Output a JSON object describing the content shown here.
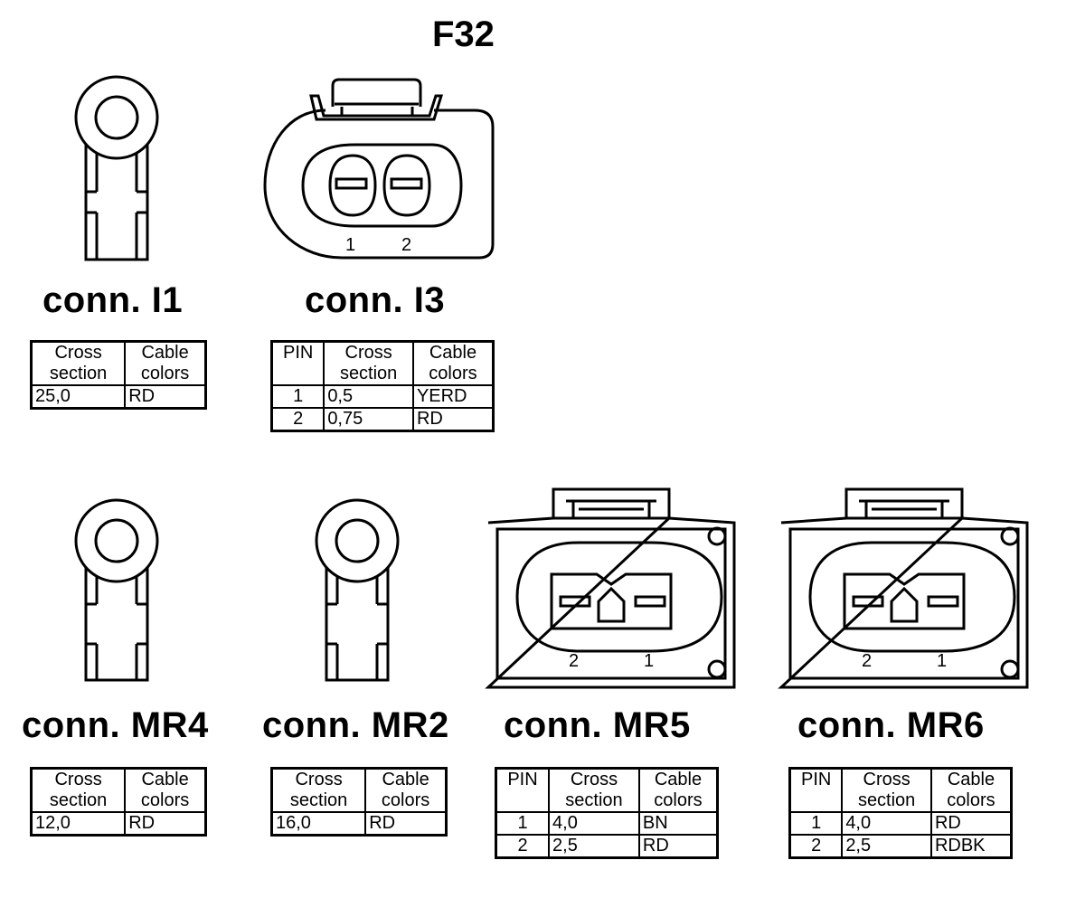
{
  "title": "F32",
  "connectors": [
    {
      "id": "I1",
      "label": "conn. I1",
      "headers": [
        "Cross\nsection",
        "Cable\ncolors"
      ],
      "rows": [
        [
          "25,0",
          "RD"
        ]
      ]
    },
    {
      "id": "I3",
      "label": "conn. I3",
      "pin_numbers": [
        "1",
        "2"
      ],
      "headers": [
        "PIN",
        "Cross\nsection",
        "Cable\ncolors"
      ],
      "rows": [
        [
          "1",
          "0,5",
          "YERD"
        ],
        [
          "2",
          "0,75",
          "RD"
        ]
      ]
    },
    {
      "id": "MR4",
      "label": "conn. MR4",
      "headers": [
        "Cross\nsection",
        "Cable\ncolors"
      ],
      "rows": [
        [
          "12,0",
          "RD"
        ]
      ]
    },
    {
      "id": "MR2",
      "label": "conn. MR2",
      "headers": [
        "Cross\nsection",
        "Cable\ncolors"
      ],
      "rows": [
        [
          "16,0",
          "RD"
        ]
      ]
    },
    {
      "id": "MR5",
      "label": "conn. MR5",
      "pin_numbers": [
        "2",
        "1"
      ],
      "headers": [
        "PIN",
        "Cross\nsection",
        "Cable\ncolors"
      ],
      "rows": [
        [
          "1",
          "4,0",
          "BN"
        ],
        [
          "2",
          "2,5",
          "RD"
        ]
      ]
    },
    {
      "id": "MR6",
      "label": "conn. MR6",
      "pin_numbers": [
        "2",
        "1"
      ],
      "headers": [
        "PIN",
        "Cross\nsection",
        "Cable\ncolors"
      ],
      "rows": [
        [
          "1",
          "4,0",
          "RD"
        ],
        [
          "2",
          "2,5",
          "RDBK"
        ]
      ]
    }
  ]
}
